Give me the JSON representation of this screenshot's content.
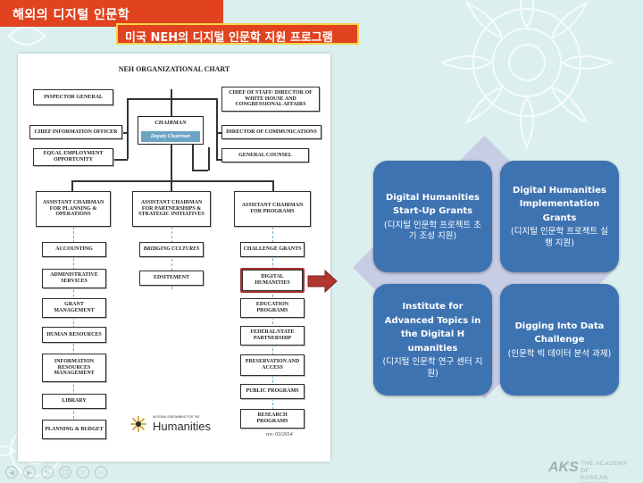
{
  "slide": {
    "title": "해외의 디지털 인문학",
    "subtitle": "미국 NEH의 디지털 인문학 지원 프로그램"
  },
  "org_chart": {
    "title": "NEH ORGANIZATIONAL CHART",
    "chairman": "CHAIRMAN",
    "deputy_chairman": "Deputy Chairman",
    "left_staff": [
      "INSPECTOR  GENERAL",
      "CHIEF INFORMATION OFFICER",
      "EQUAL EMPLOYMENT OPPORTUNITY"
    ],
    "right_staff": [
      "CHIEF OF STAFF/ DIRECTOR OF WHITE HOUSE AND CONGRESSIONAL AFFAIRS",
      "DIRECTOR OF COMMUNICATIONS",
      "GENERAL COUNSEL"
    ],
    "divisions": [
      {
        "head": "ASSISTANT CHAIRMAN FOR PLANNING & OPERATIONS",
        "offices": [
          "ACCOUNTING",
          "ADMINISTRATIVE SERVICES",
          "GRANT MANAGEMENT",
          "HUMAN RESOURCES",
          "INFORMATION RESOURCES MANAGEMENT",
          "LIBRARY",
          "PLANNING & BUDGET"
        ]
      },
      {
        "head": "ASSISTANT CHAIRMAN FOR PARTNERSHIPS & STRATEGIC INITIATIVES",
        "offices": [
          "BRIDGING CULTURES",
          "EDSITEMENT"
        ]
      },
      {
        "head": "ASSISTANT CHAIRMAN FOR PROGRAMS",
        "offices": [
          "CHALLENGE GRANTS",
          "DIGITAL HUMANITIES",
          "EDUCATION PROGRAMS",
          "FEDERAL/STATE PARTNERSHIP",
          "PRESERVATION AND ACCESS",
          "PUBLIC PROGRAMS",
          "RESEARCH PROGRAMS"
        ]
      }
    ],
    "logo_small": "NATIONAL ENDOWMENT FOR THE",
    "logo_big": "Humanities",
    "revision": "rev. 03/2014"
  },
  "grants": [
    {
      "title": "Digital Humanities Start-Up Grants",
      "korean": "(디지털 인문학 프로젝트 초기 조성 지원)"
    },
    {
      "title": "Digital Humanities Implementation Grants",
      "korean": "(디지털 인문학 프로젝트 실행 지원)"
    },
    {
      "title": "Institute for Advanced Topics in the Digital H umanities",
      "korean": "(디지털 인문학 연구 센터 지원)"
    },
    {
      "title": "Digging Into Data Challenge",
      "korean": "(인문학 빅 데이터 분석 과제)"
    }
  ],
  "footer": {
    "nav_icons": [
      "previous-icon",
      "next-icon",
      "pen-icon",
      "copy-icon",
      "search-icon",
      "menu-icon"
    ],
    "academy_mark": "AKS",
    "academy_line1": "THE ACADEMY OF",
    "academy_line2": "KOREAN STUDIES"
  },
  "colors": {
    "title_bar": "#e1421f",
    "subtitle_border": "#f6d54a",
    "card_blue": "#3e73b2",
    "highlight": "#a83232",
    "background": "#dcefef"
  }
}
